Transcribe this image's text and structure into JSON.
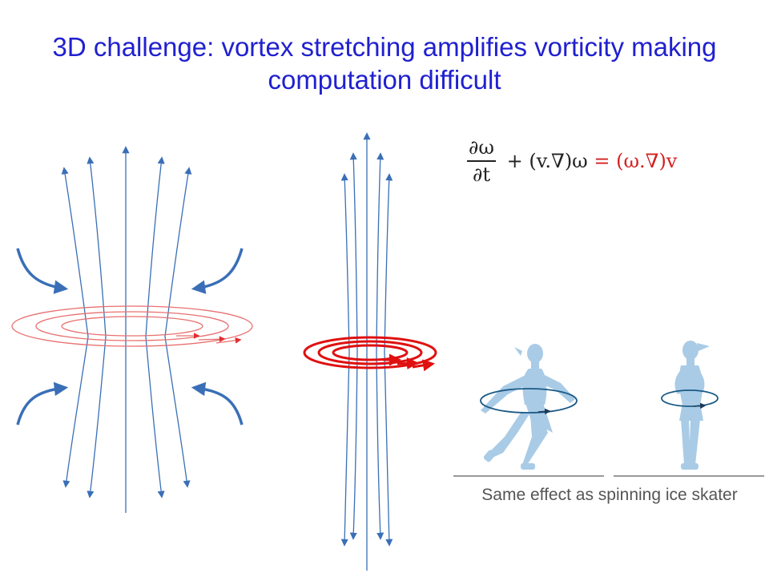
{
  "title": {
    "line1": "3D challenge: vortex stretching amplifies vorticity making",
    "line2": "computation difficult"
  },
  "equation": {
    "numerator": "∂ω",
    "denominator": "∂t",
    "lhs_rest": " + (v.∇)ω",
    "rhs": " = (ω.∇)v",
    "rhs_color": "#d42020"
  },
  "caption": "Same effect as spinning ice skater",
  "colors": {
    "title": "#2020d0",
    "field_lines": "#3a6fb7",
    "vortex_rings": "#e03030",
    "skater": "#a9cbe6"
  },
  "icons": {
    "skater_left": "ice-skater-arms-extended",
    "skater_right": "ice-skater-arms-pulled-in"
  }
}
